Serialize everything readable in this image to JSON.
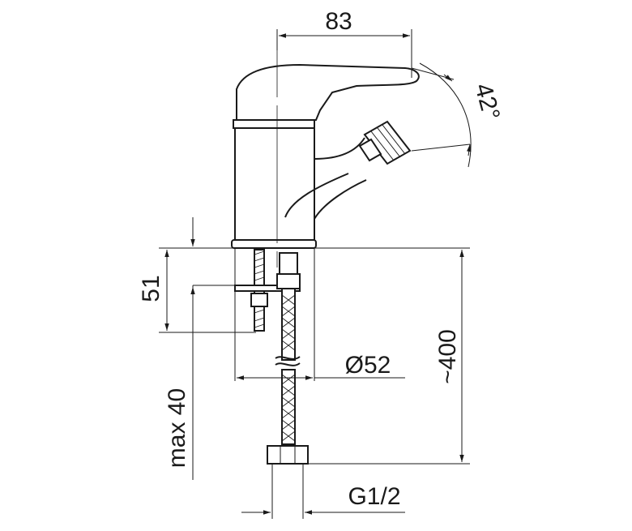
{
  "dimensions": {
    "top_width": "83",
    "angle": "42°",
    "mount_height": "51",
    "max_thickness": "max 40",
    "diameter": "Ø52",
    "hose_length": "~400",
    "thread": "G1/2"
  },
  "colors": {
    "line": "#1a1a1a",
    "background": "#ffffff"
  }
}
